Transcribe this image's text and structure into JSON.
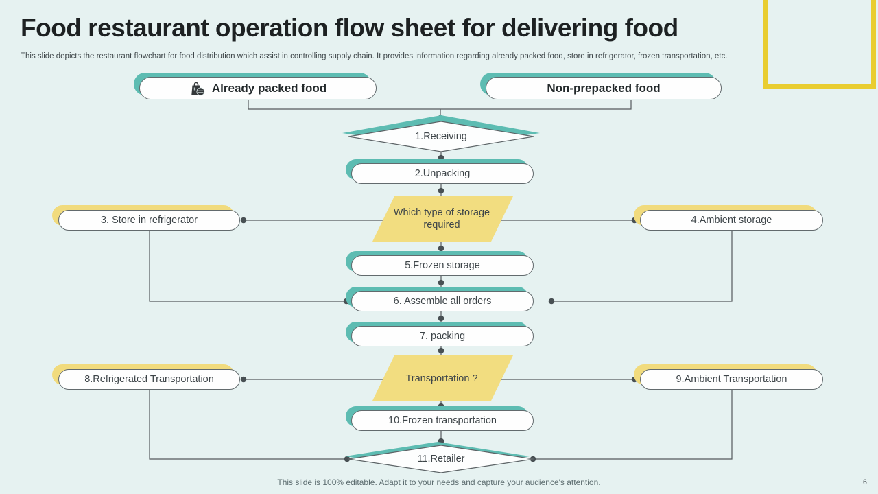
{
  "slide": {
    "title": "Food restaurant operation flow sheet for delivering food",
    "subtitle": "This slide depicts the restaurant flowchart for food distribution which assist in controlling supply chain. It provides information regarding already packed food, store in refrigerator, frozen  transportation, etc.",
    "footer_note": "This slide is 100% editable. Adapt it to your needs and capture your audience's attention.",
    "page_number": "6"
  },
  "flow": {
    "already_packed": "Already packed food",
    "non_prepacked": "Non-prepacked food",
    "receiving": "1.Receiving",
    "unpacking": "2.Unpacking",
    "storage_question": "Which type of storage required",
    "store_refrigerator": "3. Store in refrigerator",
    "ambient_storage": "4.Ambient storage",
    "frozen_storage": "5.Frozen storage",
    "assemble_orders": "6. Assemble all orders",
    "packing": "7. packing",
    "transport_question": "Transportation ?",
    "refrigerated_transport": "8.Refrigerated Transportation",
    "ambient_transport": "9.Ambient Transportation",
    "frozen_transport": "10.Frozen transportation",
    "retailer": "11.Retailer"
  },
  "icons": {
    "packed_food": "grocery-bag-icon"
  },
  "colors": {
    "background": "#e6f2f1",
    "teal_accent": "#5dbcb2",
    "yellow_accent": "#f1db7d",
    "parallelogram_fill": "#f2dd80",
    "frame_yellow": "#e9cd30",
    "connector": "#555a5d",
    "dot": "#485053"
  }
}
